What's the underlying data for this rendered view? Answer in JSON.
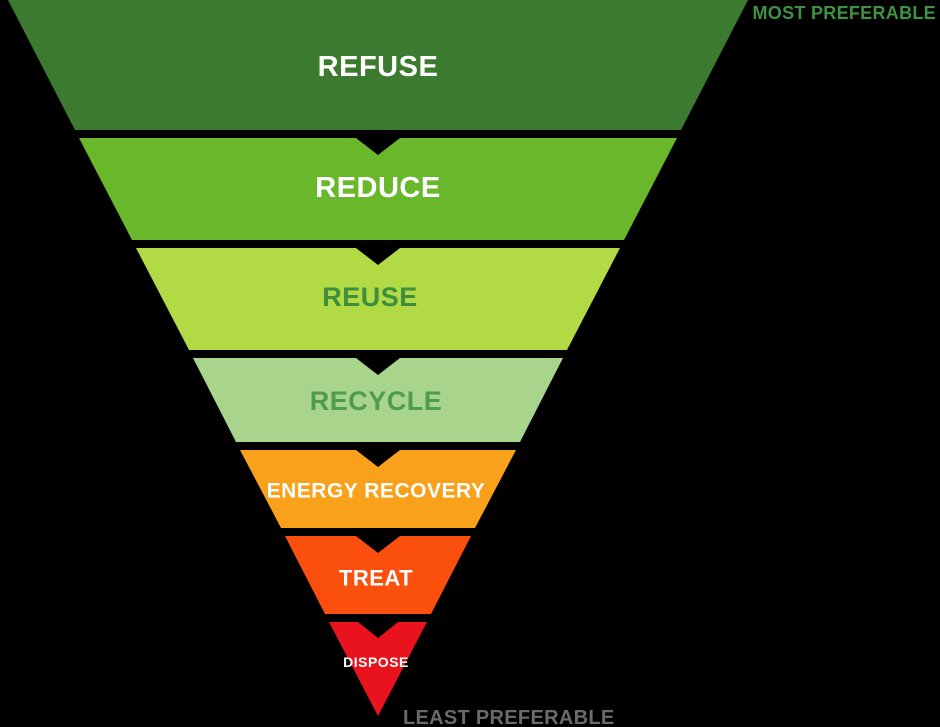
{
  "diagram": {
    "title": "waste-hierarchy-inverted-pyramid",
    "background_color": "#000000",
    "most_preferable_label": "MOST PREFERABLE",
    "most_preferable_color": "#3f9243",
    "least_preferable_label": "LEAST PREFERABLE",
    "least_preferable_color": "#6a6a6a",
    "levels": [
      {
        "label": "REFUSE",
        "band_color": "#3c7b2f",
        "label_color": "#ffffff"
      },
      {
        "label": "REDUCE",
        "band_color": "#69b82b",
        "label_color": "#ffffff"
      },
      {
        "label": "REUSE",
        "band_color": "#b1da45",
        "label_color": "#3f8e3d"
      },
      {
        "label": "RECYCLE",
        "band_color": "#a8d48b",
        "label_color": "#4f9b51"
      },
      {
        "label": "ENERGY RECOVERY",
        "band_color": "#f9a11b",
        "label_color": "#ffffff"
      },
      {
        "label": "TREAT",
        "band_color": "#fb4f0e",
        "label_color": "#ffffff"
      },
      {
        "label": "DISPOSE",
        "band_color": "#e8131c",
        "label_color": "#ffffff"
      }
    ]
  }
}
